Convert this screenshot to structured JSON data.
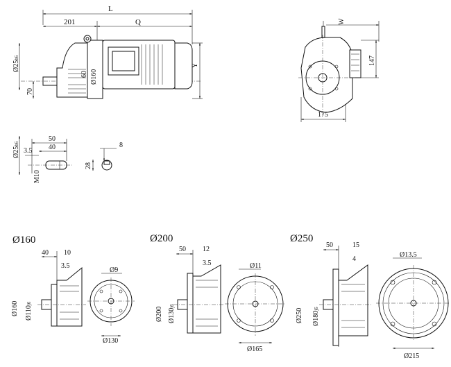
{
  "main_view": {
    "L": "L",
    "dim_201": "201",
    "Q": "Q",
    "shaft_dia": "Ø25",
    "shaft_dia_tol": "h6",
    "dim_70": "70",
    "dim_60": "60",
    "dim_160": "Ø160",
    "Y": "Y"
  },
  "side_view": {
    "W": "W",
    "dim_147": "147",
    "dim_175": "175"
  },
  "shaft_detail": {
    "shaft_dia": "Ø25",
    "shaft_dia_tol": "h6",
    "dim_50": "50",
    "dim_40": "40",
    "dim_3_5": "3.5",
    "thread": "M10"
  },
  "key_detail": {
    "dim_8": "8",
    "dim_28": "28"
  },
  "flange_160": {
    "title": "Ø160",
    "dim_40": "40",
    "dim_10": "10",
    "dim_3_5": "3.5",
    "dim_160": "Ø160",
    "dim_110": "Ø110",
    "dim_110_tol": "j6",
    "hole": "Ø9",
    "pcd": "Ø130"
  },
  "flange_200": {
    "title": "Ø200",
    "dim_50": "50",
    "dim_12": "12",
    "dim_3_5": "3.5",
    "dim_200": "Ø200",
    "dim_130": "Ø130",
    "dim_130_tol": "j6",
    "hole": "Ø11",
    "pcd": "Ø165"
  },
  "flange_250": {
    "title": "Ø250",
    "dim_50": "50",
    "dim_15": "15",
    "dim_4": "4",
    "dim_250": "Ø250",
    "dim_180": "Ø180",
    "dim_180_tol": "j6",
    "hole": "Ø13.5",
    "pcd": "Ø215"
  }
}
